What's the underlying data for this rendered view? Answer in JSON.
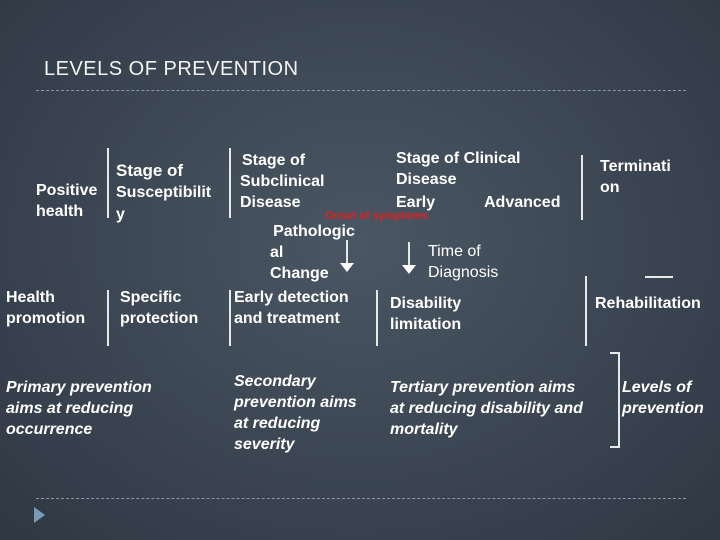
{
  "title": "LEVELS OF PREVENTION",
  "stages": {
    "susceptibility": {
      "label1": "Stage of",
      "label2": "Susceptibilit",
      "label3": "y"
    },
    "positive_health_1": "Positive",
    "positive_health_2": "health",
    "subclinical": {
      "line1": "Stage of",
      "line2": "Subclinical",
      "line3": "Disease"
    },
    "clinical": {
      "line1": "Stage of  Clinical",
      "line2": "Disease",
      "early": "Early",
      "advanced": "Advanced"
    },
    "terminal": {
      "line1": "Terminati",
      "line2": "on"
    }
  },
  "annotations": {
    "onset": "Onset of symptoms",
    "pathologic_1": "Pathologic",
    "pathologic_2": "al",
    "pathologic_3": "Change",
    "time_1": "Time of",
    "time_2": "Diagnosis"
  },
  "interventions": {
    "health_promotion_1": "Health",
    "health_promotion_2": "promotion",
    "specific_1": "Specific",
    "specific_2": "protection",
    "early_detection_1": "Early detection",
    "early_detection_2": "and treatment",
    "disability_1": "Disability",
    "disability_2": "limitation",
    "rehabilitation": "Rehabilitation"
  },
  "levels": {
    "primary_1": "Primary prevention",
    "primary_2": "aims at reducing",
    "primary_3": "occurrence",
    "secondary_1": "Secondary",
    "secondary_2": "prevention aims",
    "secondary_3": "at reducing",
    "secondary_4": "severity",
    "tertiary_1": "Tertiary prevention aims",
    "tertiary_2": "at reducing disability and",
    "tertiary_3": "mortality",
    "levels_of_1": "Levels of",
    "levels_of_2": "prevention"
  },
  "nav": {
    "play_icon": "play-icon"
  }
}
